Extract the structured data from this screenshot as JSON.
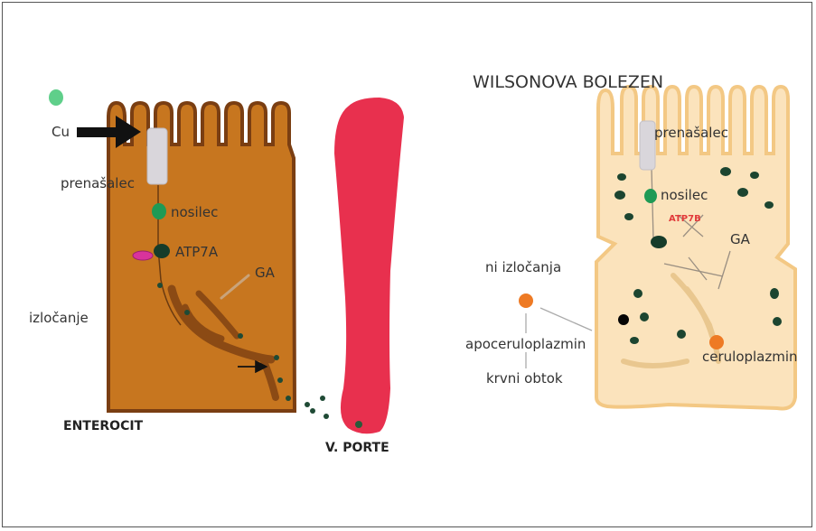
{
  "left": {
    "cu": "Cu",
    "prenasalec": "prenašalec",
    "nosilec": "nosilec",
    "atp": "ATP7A",
    "ga": "GA",
    "izlocanje": "izločanje",
    "cell": "ENTEROCIT",
    "vessel": "V. PORTE"
  },
  "right": {
    "title": "WILSONOVA BOLEZEN",
    "prenasalec": "prenašalec",
    "nosilec": "nosilec",
    "atp": "ATP7B",
    "ga": "GA",
    "ni_izlocanja": "ni izločanja",
    "apo": "apoceruloplazmin",
    "krvni": "krvni obtok",
    "cerulo": "ceruloplazmin"
  },
  "colors": {
    "enterocyte_fill": "#c7761f",
    "enterocyte_outline": "#7a3e12",
    "hepatocyte_fill": "#fbe3bc",
    "hepatocyte_outline": "#f3c884",
    "vessel": "#e8304e",
    "copper_dot": "#1f4a35",
    "green": "#1f9a55",
    "orange": "#ee7a24"
  }
}
